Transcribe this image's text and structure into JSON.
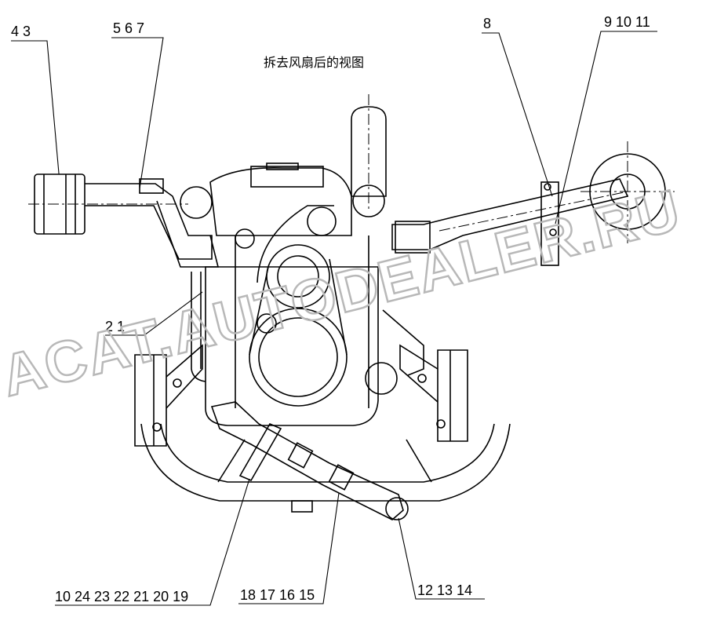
{
  "caption": "拆去风扇后的视图",
  "watermark": "ACAT.AUTODEALER.RU",
  "callouts": {
    "c_4_3": "4 3",
    "c_5_6_7": "5 6 7",
    "c_8": "8",
    "c_9_10_11": "9 10 11",
    "c_2_1": "2 1",
    "c_bottom_left": "10 24 23 22 21 20 19",
    "c_bottom_mid": "18 17 16 15",
    "c_bottom_right": "12 13 14"
  }
}
